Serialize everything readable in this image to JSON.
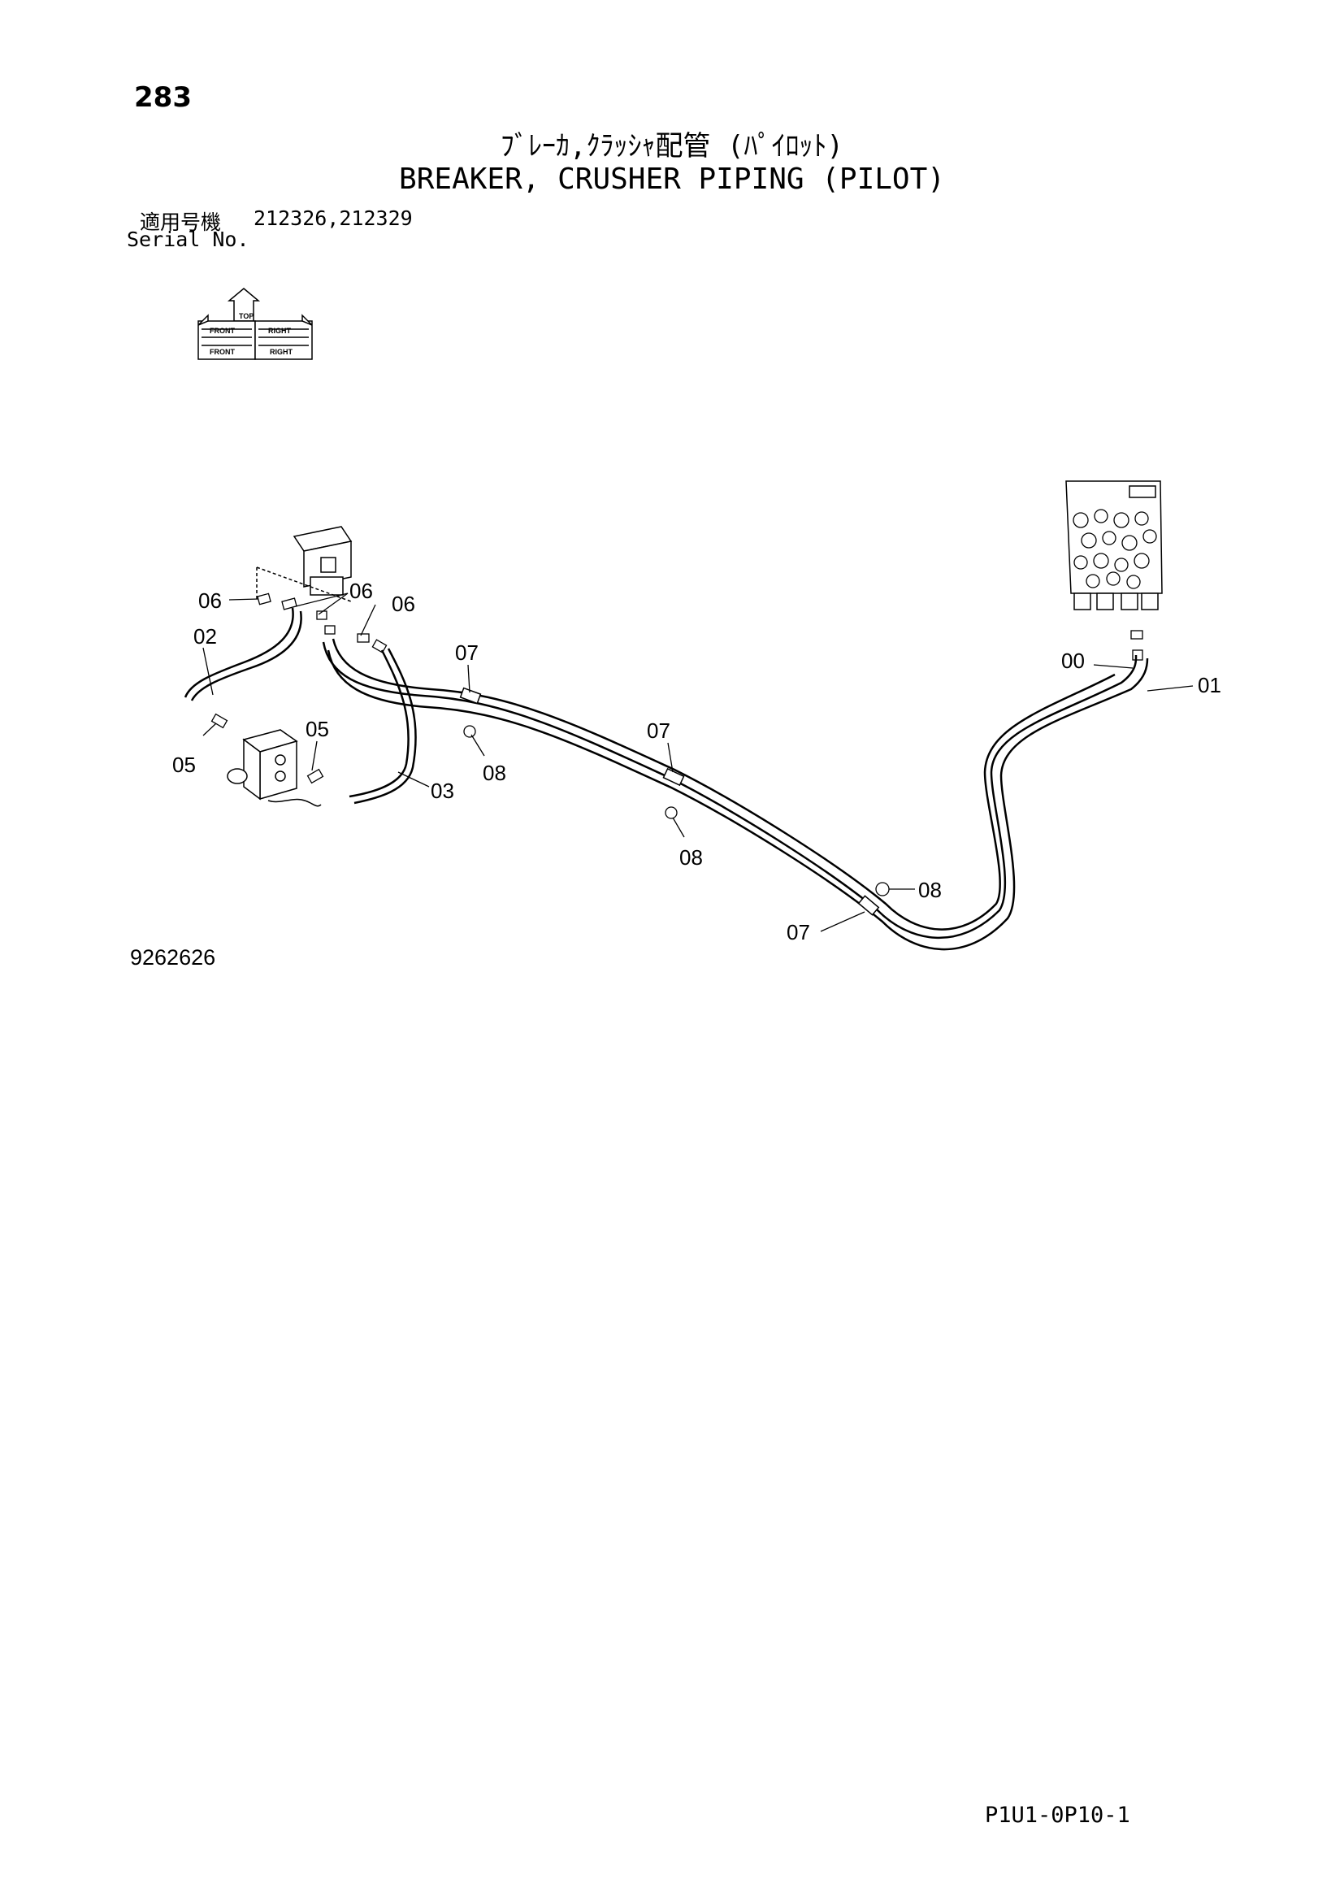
{
  "header": {
    "page_number": "283",
    "title_jp": "ﾌﾞﾚｰｶ,ｸﾗｯｼｬ配管 (ﾊﾟｲﾛｯﾄ)",
    "title_en": "BREAKER, CRUSHER PIPING (PILOT)",
    "serial_label_jp": "適用号機",
    "serial_values": "212326,212329",
    "serial_label_en": "Serial No."
  },
  "orientation_icon": {
    "labels": [
      "FRONT",
      "TOP",
      "RIGHT",
      "FRONT",
      "RIGHT"
    ]
  },
  "callouts": {
    "c00": "00",
    "c01": "01",
    "c02": "02",
    "c03": "03",
    "c05a": "05",
    "c05b": "05",
    "c06a": "06",
    "c06b": "06",
    "c06c": "06",
    "c07a": "07",
    "c07b": "07",
    "c07c": "07",
    "c08a": "08",
    "c08b": "08",
    "c08c": "08"
  },
  "footer": {
    "drawing_number": "9262626",
    "page_code": "P1U1-0P10-1"
  }
}
